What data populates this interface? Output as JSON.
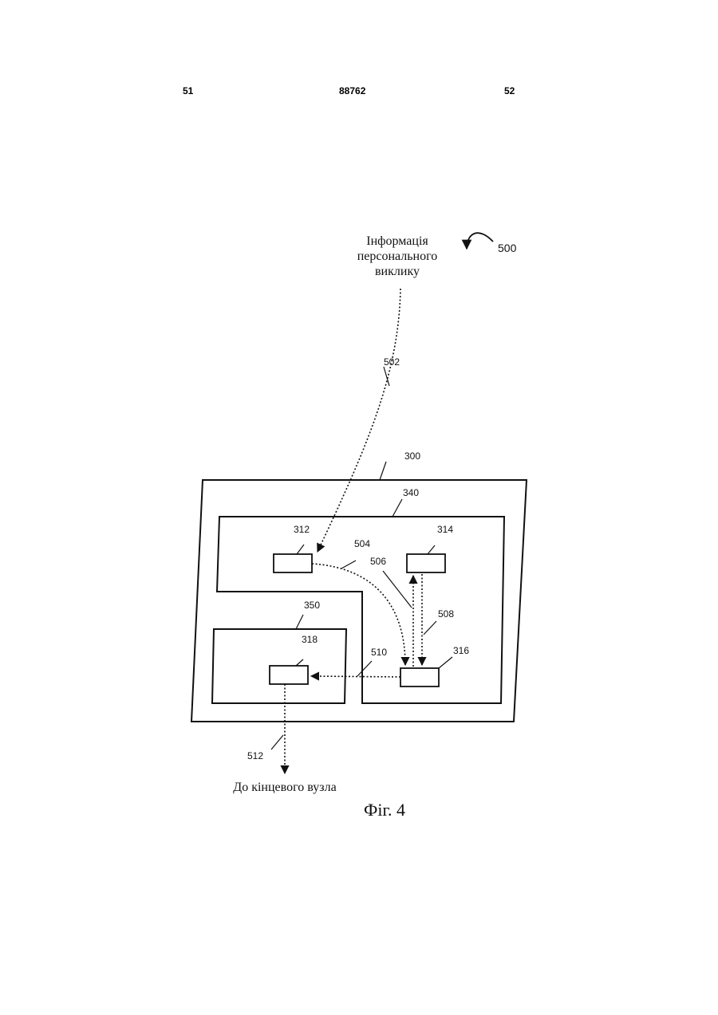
{
  "header": {
    "page_left": "51",
    "doc_number": "88762",
    "page_right": "52"
  },
  "diagram": {
    "figure_ref": "500",
    "source_label_lines": [
      "Інформація",
      "персонального",
      "виклику"
    ],
    "destination_label": "До кінцевого вузла",
    "caption": "Фіг. 4",
    "refs": {
      "outer_box": "300",
      "region_340": "340",
      "region_350": "350",
      "block_312": "312",
      "block_314": "314",
      "block_316": "316",
      "block_318": "318",
      "path_502": "502",
      "path_504": "504",
      "path_506": "506",
      "path_508": "508",
      "path_510": "510",
      "path_512": "512"
    }
  }
}
